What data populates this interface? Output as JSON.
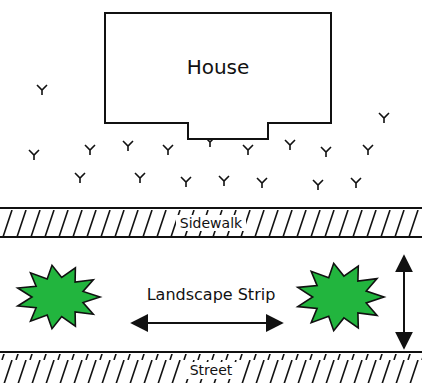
{
  "diagram": {
    "nodes": [
      {
        "text": [
          "House"
        ]
      },
      {
        "text": [
          "Sidewalk"
        ]
      },
      {
        "text": [
          "Landscape Strip"
        ]
      },
      {
        "text": [
          "Street"
        ]
      }
    ]
  }
}
